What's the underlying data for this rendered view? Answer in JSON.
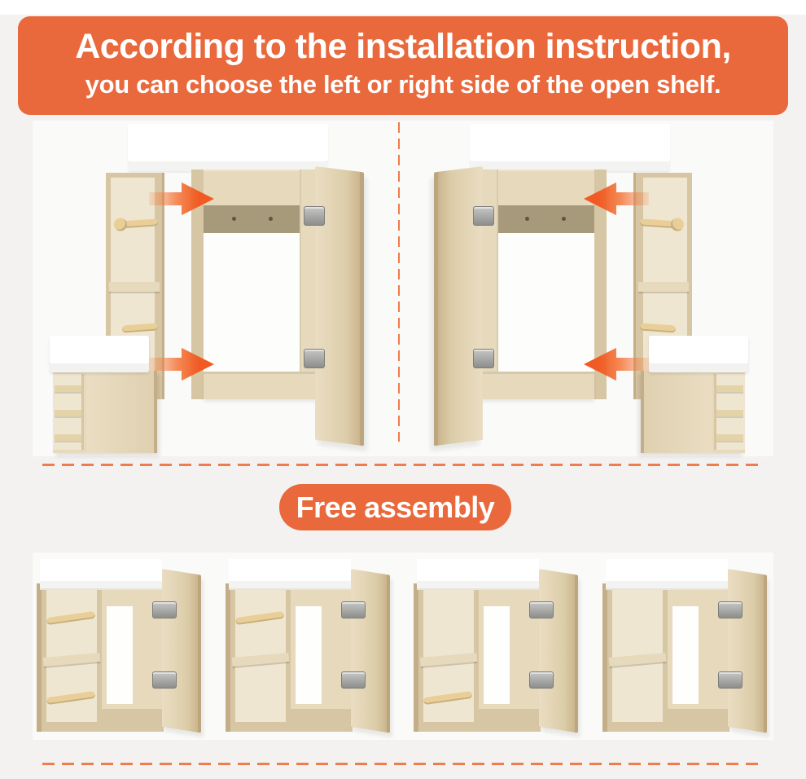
{
  "banner": {
    "line1": "According to the installation instruction,",
    "line2": "you can choose the left or right side of the open shelf."
  },
  "badge": {
    "label": "Free assembly"
  },
  "assembly_variants": [
    {
      "top_dowel": true,
      "bottom_dowel": true
    },
    {
      "top_dowel": true,
      "bottom_dowel": false
    },
    {
      "top_dowel": false,
      "bottom_dowel": true
    },
    {
      "top_dowel": false,
      "bottom_dowel": false
    }
  ],
  "colors": {
    "accent": "#E9693C",
    "arrow_head": "#F15A24",
    "dash": "#F07B4C",
    "page_bg": "#F3F2F1",
    "photo_bg": "#FAFAF9",
    "wood_light": "#E6D9BC",
    "wood_mid": "#D7C6A3",
    "wood_dark": "#C3AE88",
    "wood_deep": "#A79A7B",
    "wood_interior": "#EFE6D1",
    "dowel": "#E9CF97",
    "slat": "#E4D2A9",
    "sink": "#FFFFFF",
    "hinge_light": "#C6C6C4",
    "hinge_dark": "#8D8D8B",
    "text": "#FFFFFF"
  }
}
